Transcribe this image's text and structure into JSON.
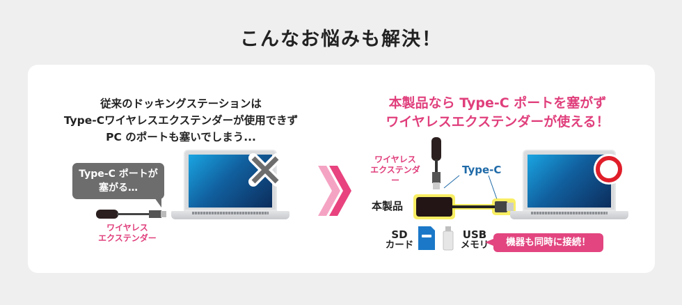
{
  "headline": "こんなお悩みも解決！",
  "left_panel": {
    "caption_lines": [
      "従来のドッキングステーションは",
      "Type-Cワイヤレスエクステンダーが使用できず",
      "PC のポートも塞いでしまう..."
    ],
    "bubble_lines": [
      "Type-C ポートが",
      "塞がる…"
    ],
    "extender_label_lines": [
      "ワイヤレス",
      "エクステンダー"
    ],
    "status_icon": "x-mark-icon"
  },
  "right_panel": {
    "caption_lines": [
      "本製品なら Type-C ポートを塞がず",
      "ワイヤレスエクステンダーが使える！"
    ],
    "extender_label_lines": [
      "ワイヤレス",
      "エクステンダー"
    ],
    "typec_label": "Type-C",
    "product_label": "本製品",
    "sd_label_lines": [
      "SD",
      "カード"
    ],
    "usb_label_lines": [
      "USB",
      "メモリ"
    ],
    "bubble_text": "機器も同時に接続！",
    "status_icon": "circle-ok-icon"
  },
  "colors": {
    "background": "#efefef",
    "card": "#ffffff",
    "accent_pink": "#e03f7c",
    "accent_blue": "#1f6aa8",
    "highlight_yellow": "#f5e830",
    "no_mark_gray": "#6d6d6d",
    "ok_mark_red": "#e01e2a"
  }
}
